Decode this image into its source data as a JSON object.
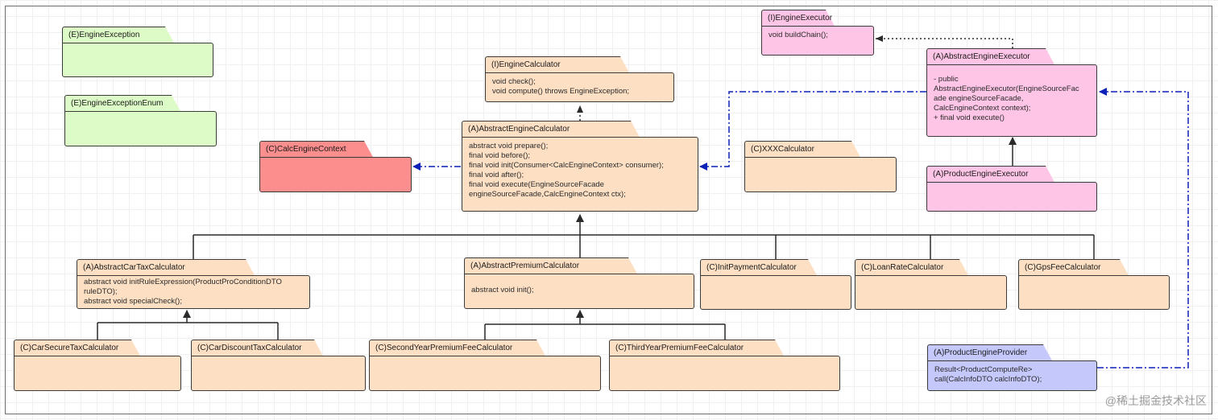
{
  "colors": {
    "green": "#ddfbc6",
    "orange": "#fde0c4",
    "red": "#fd8e8e",
    "pink": "#fec5e6",
    "blue": "#c5c8fb",
    "arrow_blue": "#0c21b8",
    "stroke": "#3a3a3a"
  },
  "nodes": {
    "engine_exception": {
      "title": "(E)EngineException",
      "lines": []
    },
    "engine_exception_enum": {
      "title": "(E)EngineExceptionEnum",
      "lines": []
    },
    "engine_calculator": {
      "title": "(I)EngineCalculator",
      "lines": [
        "void check();",
        "void compute() throws EngineException;"
      ]
    },
    "abstract_engine_calculator": {
      "title": "(A)AbstractEngineCalculator",
      "lines": [
        "abstract void prepare();",
        "final void before();",
        "final void init(Consumer<CalcEngineContext> consumer);",
        "final void after();",
        "final void execute(EngineSourceFacade",
        "engineSourceFacade,CalcEngineContext ctx);"
      ]
    },
    "calc_engine_context": {
      "title": "(C)CalcEngineContext",
      "lines": []
    },
    "xxx_calculator": {
      "title": "(C)XXXCalculator",
      "lines": []
    },
    "engine_executor": {
      "title": "(I)EngineExecutor",
      "lines": [
        "void buildChain();"
      ]
    },
    "abstract_engine_executor": {
      "title": "(A)AbstractEngineExecutor",
      "lines": [
        "- public",
        "AbstractEngineExecutor(EngineSourceFac",
        "ade engineSourceFacade,",
        "CalcEngineContext context);",
        "+ final void execute()"
      ]
    },
    "product_engine_executor": {
      "title": "(A)ProductEngineExecutor",
      "lines": []
    },
    "abstract_car_tax_calculator": {
      "title": "(A)AbstractCarTaxCalculator",
      "lines": [
        "abstract void initRuleExpression(ProductProConditionDTO",
        "ruleDTO);",
        "abstract void specialCheck();"
      ]
    },
    "abstract_premium_calculator": {
      "title": "(A)AbstractPremiumCalculator",
      "lines": [
        "abstract void init();"
      ]
    },
    "init_payment_calculator": {
      "title": "(C)InitPaymentCalculator",
      "lines": []
    },
    "loan_rate_calculator": {
      "title": "(C)LoanRateCalculator",
      "lines": []
    },
    "gps_fee_calculator": {
      "title": "(C)GpsFeeCalculator",
      "lines": []
    },
    "car_secure_tax_calculator": {
      "title": "(C)CarSecureTaxCalculator",
      "lines": []
    },
    "car_discount_tax_calculator": {
      "title": "(C)CarDiscountTaxCalculator",
      "lines": []
    },
    "second_year_premium_fee_calculator": {
      "title": "(C)SecondYearPremiumFeeCalculator",
      "lines": []
    },
    "third_year_premium_fee_calculator": {
      "title": "(C)ThirdYearPremiumFeeCalculator",
      "lines": []
    },
    "product_engine_provider": {
      "title": "(A)ProductEngineProvider",
      "lines": [
        "Result<ProductComputeRe>",
        "call(CalcInfoDTO calcInfoDTO);"
      ]
    }
  },
  "watermark": "@稀土掘金技术社区"
}
